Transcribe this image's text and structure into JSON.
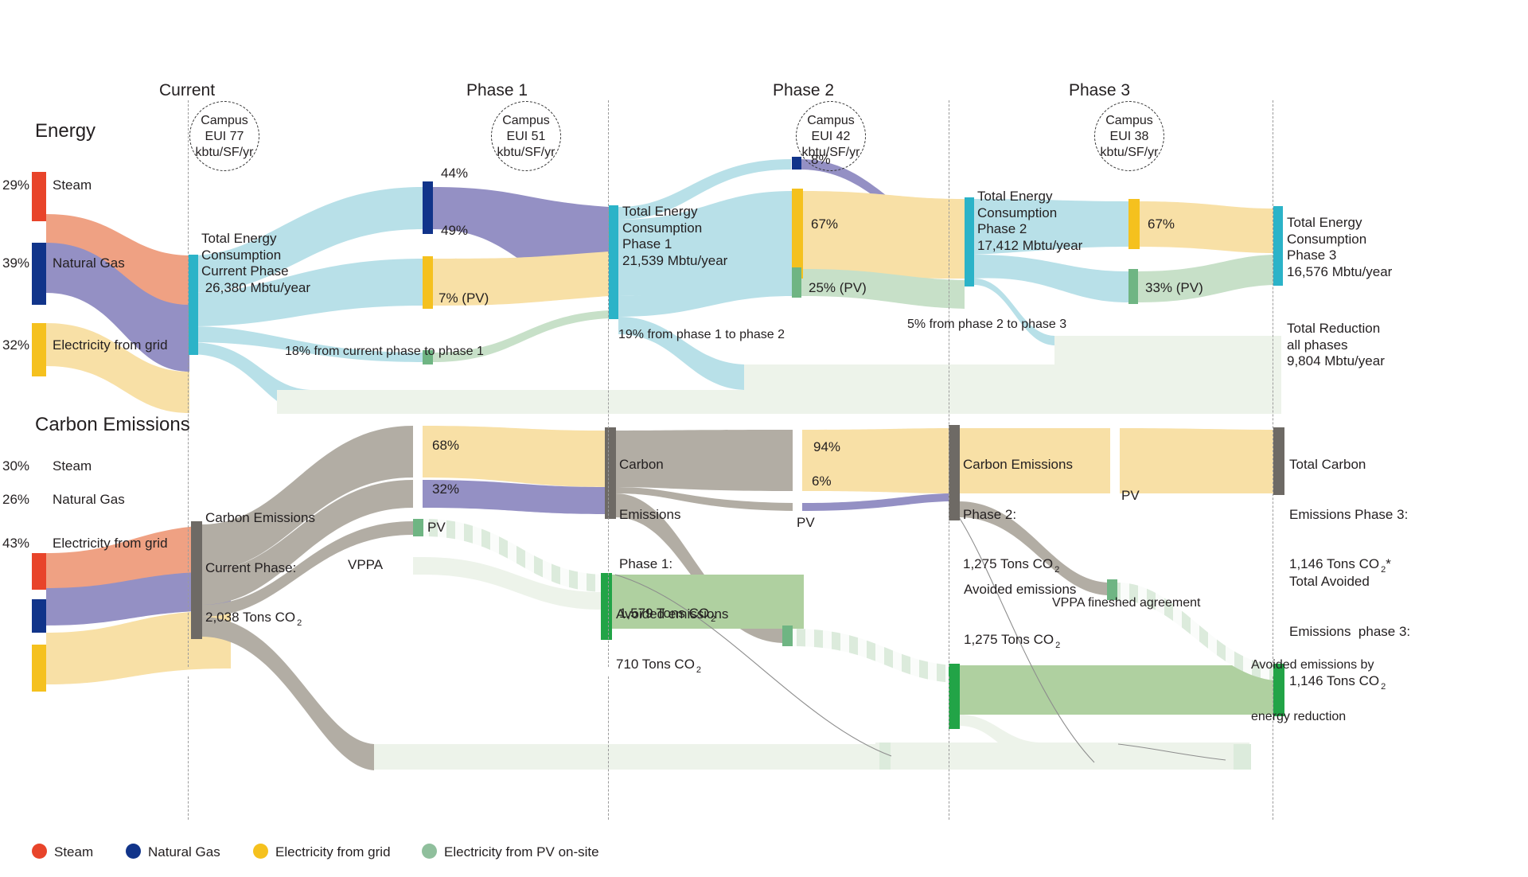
{
  "meta": {
    "sections": [
      "Energy",
      "Carbon Emissions"
    ],
    "phase_titles": [
      "Current",
      "Phase 1",
      "Phase 2",
      "Phase 3"
    ]
  },
  "colors": {
    "steam": "#E8442A",
    "steam_flow": "#EFA183",
    "natural_gas": "#11348A",
    "natural_gas_flow": "#9490C4",
    "electricity_grid": "#F5C11E",
    "electricity_grid_flow": "#F8E0A6",
    "pv": "#6FB583",
    "pv_flow": "#C7E0C8",
    "total_energy_node": "#2BB3C8",
    "total_energy_flow": "#B8E0E8",
    "carbon_node": "#6E6A65",
    "carbon_flow": "#B2ADA4",
    "avoided_node": "#22A447",
    "avoided_flow": "#AFD0A0",
    "reduction_flow": "#EDF3EA",
    "dashed_guide": "#9B9B9B"
  },
  "energy": {
    "section_label": "Energy",
    "sources": [
      {
        "name": "Steam",
        "pct": "29%"
      },
      {
        "name": "Natural Gas",
        "pct": "39%"
      },
      {
        "name": "Electricity from grid",
        "pct": "32%"
      }
    ],
    "eui_badges": [
      {
        "line1": "Campus",
        "line2": "EUI 77",
        "line3": "kbtu/SF/yr"
      },
      {
        "line1": "Campus",
        "line2": "EUI 51",
        "line3": "kbtu/SF/yr"
      },
      {
        "line1": "Campus",
        "line2": "EUI 42",
        "line3": "kbtu/SF/yr"
      },
      {
        "line1": "Campus",
        "line2": "EUI 38",
        "line3": "kbtu/SF/yr"
      }
    ],
    "nodes": [
      {
        "id": "current",
        "label": "Total Energy\nConsumption\nCurrent Phase\n 26,380 Mbtu/year",
        "value": 26380,
        "unit": "Mbtu/year"
      },
      {
        "id": "phase1",
        "label": "Total Energy\nConsumption\nPhase 1\n21,539 Mbtu/year",
        "value": 21539,
        "unit": "Mbtu/year"
      },
      {
        "id": "phase2",
        "label": "Total Energy\nConsumption\nPhase 2\n17,412 Mbtu/year",
        "value": 17412,
        "unit": "Mbtu/year"
      },
      {
        "id": "phase3",
        "label": "Total Energy\nConsumption\nPhase 3\n16,576 Mbtu/year",
        "value": 16576,
        "unit": "Mbtu/year"
      },
      {
        "id": "reduction",
        "label": "Total Reduction\nall phases\n9,804 Mbtu/year",
        "value": 9804,
        "unit": "Mbtu/year"
      }
    ],
    "mid_flows": [
      {
        "label": "44%",
        "carrier": "Natural Gas",
        "from": "current",
        "to": "phase1"
      },
      {
        "label": "49%",
        "carrier": "Electricity from grid",
        "from": "current",
        "to": "phase1"
      },
      {
        "label": "7% (PV)",
        "carrier": "Electricity from PV on-site",
        "from": "current",
        "to": "phase1"
      },
      {
        "label": "8%",
        "carrier": "Natural Gas",
        "from": "phase1",
        "to": "phase2"
      },
      {
        "label": "67%",
        "carrier": "Electricity from grid",
        "from": "phase1",
        "to": "phase2"
      },
      {
        "label": "25% (PV)",
        "carrier": "Electricity from PV on-site",
        "from": "phase1",
        "to": "phase2"
      },
      {
        "label": "67%",
        "carrier": "Electricity from grid",
        "from": "phase2",
        "to": "phase3"
      },
      {
        "label": "33% (PV)",
        "carrier": "Electricity from PV on-site",
        "from": "phase2",
        "to": "phase3"
      }
    ],
    "reduction_flows": [
      {
        "label": "18% from current phase to phase 1"
      },
      {
        "label": "19% from phase 1 to phase 2"
      },
      {
        "label": "5% from phase 2 to phase 3"
      }
    ]
  },
  "carbon": {
    "section_label": "Carbon Emissions",
    "sources": [
      {
        "name": "Steam",
        "pct": "30%"
      },
      {
        "name": "Natural Gas",
        "pct": "26%"
      },
      {
        "name": "Electricity from grid",
        "pct": "43%"
      }
    ],
    "nodes": [
      {
        "id": "current",
        "label_lines": [
          "Carbon Emissions",
          "Current Phase:",
          "2,038 Tons CO"
        ],
        "sub": "2",
        "star": "",
        "value": 2038
      },
      {
        "id": "phase1",
        "label_lines": [
          "Carbon",
          "Emissions",
          "Phase 1:",
          "1,579 Tons CO"
        ],
        "sub": "2",
        "star": "",
        "value": 1579
      },
      {
        "id": "phase2",
        "label_lines": [
          "Carbon Emissions",
          "Phase 2:",
          "1,275 Tons CO"
        ],
        "sub": "2",
        "star": "",
        "value": 1275
      },
      {
        "id": "phase3",
        "label_lines": [
          "Total Carbon",
          "Emissions Phase 3:",
          "1,146 Tons CO"
        ],
        "sub": "2",
        "star": "*",
        "value": 1146
      },
      {
        "id": "avoided1",
        "label_lines": [
          "Avoided emissions",
          "710 Tons CO"
        ],
        "sub": "2",
        "star": "",
        "value": 710
      },
      {
        "id": "avoided2",
        "label_lines": [
          "Avoided emissions",
          "1,275 Tons CO"
        ],
        "sub": "2",
        "star": "",
        "value": 1275
      },
      {
        "id": "avoided3",
        "label_lines": [
          "Total Avoided",
          "Emissions  phase 3:",
          "1,146 Tons CO"
        ],
        "sub": "2",
        "star": "",
        "value": 1146
      }
    ],
    "mid_flows": [
      {
        "label": "68%",
        "carrier": "Electricity from grid"
      },
      {
        "label": "32%",
        "carrier": "Natural Gas"
      },
      {
        "label": "PV",
        "carrier": "Electricity from PV on-site"
      },
      {
        "label": "VPPA",
        "carrier": "VPPA"
      },
      {
        "label": "94%",
        "carrier": "Electricity from grid"
      },
      {
        "label": "6%",
        "carrier": "Natural Gas"
      },
      {
        "label": "PV",
        "carrier": "Electricity from PV on-site"
      },
      {
        "label": "PV",
        "carrier": "Electricity from PV on-site"
      }
    ],
    "extra_labels": [
      {
        "label": "VPPA fineshed agreement"
      },
      {
        "label": "Avoided emissions by\nenergy reduction"
      }
    ]
  },
  "legend": [
    {
      "label": "Steam",
      "color": "#E8442A"
    },
    {
      "label": "Natural Gas",
      "color": "#11348A"
    },
    {
      "label": "Electricity from grid",
      "color": "#F5C11E"
    },
    {
      "label": "Electricity from PV on-site",
      "color": "#6FB583"
    }
  ]
}
